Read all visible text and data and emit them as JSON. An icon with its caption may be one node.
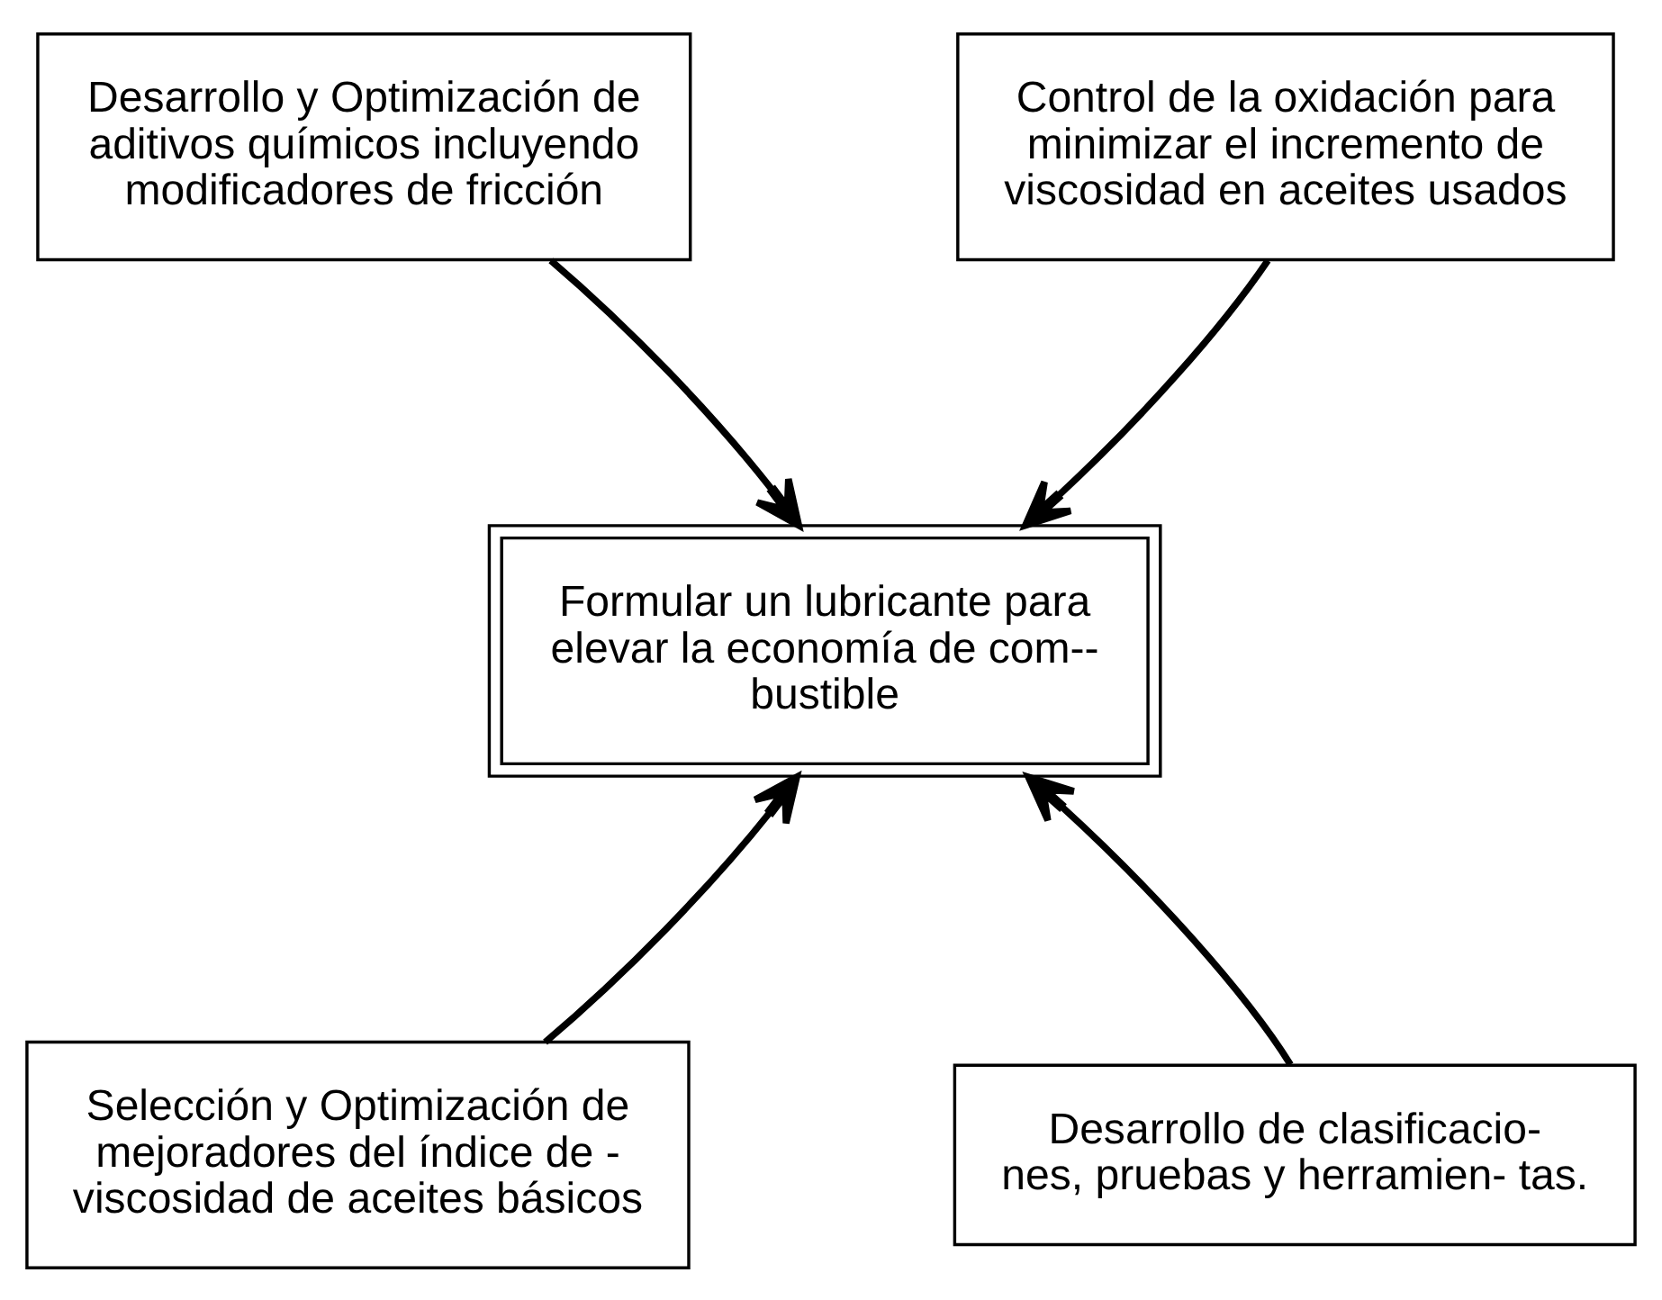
{
  "diagram": {
    "nodes": [
      {
        "text": [
          "Desarrollo y Optimización de aditivos químicos incluyendo modificadores de fricción"
        ]
      },
      {
        "text": [
          "Control de la oxidación para minimizar el incremento de viscosidad en aceites usados"
        ]
      },
      {
        "text": [
          "Formular un lubricante para elevar la economía de com-- bustible"
        ]
      },
      {
        "text": [
          "Selección y Optimización de mejoradores del índice de - viscosidad de aceites básicos"
        ]
      },
      {
        "text": [
          "Desarrollo de clasificacio- nes, pruebas y herramien- tas."
        ]
      }
    ],
    "edges": [
      {
        "from": 0,
        "to": 2,
        "arrow": "to"
      },
      {
        "from": 1,
        "to": 2,
        "arrow": "to"
      },
      {
        "from": 3,
        "to": 2,
        "arrow": "to"
      },
      {
        "from": 4,
        "to": 2,
        "arrow": "to"
      }
    ]
  }
}
